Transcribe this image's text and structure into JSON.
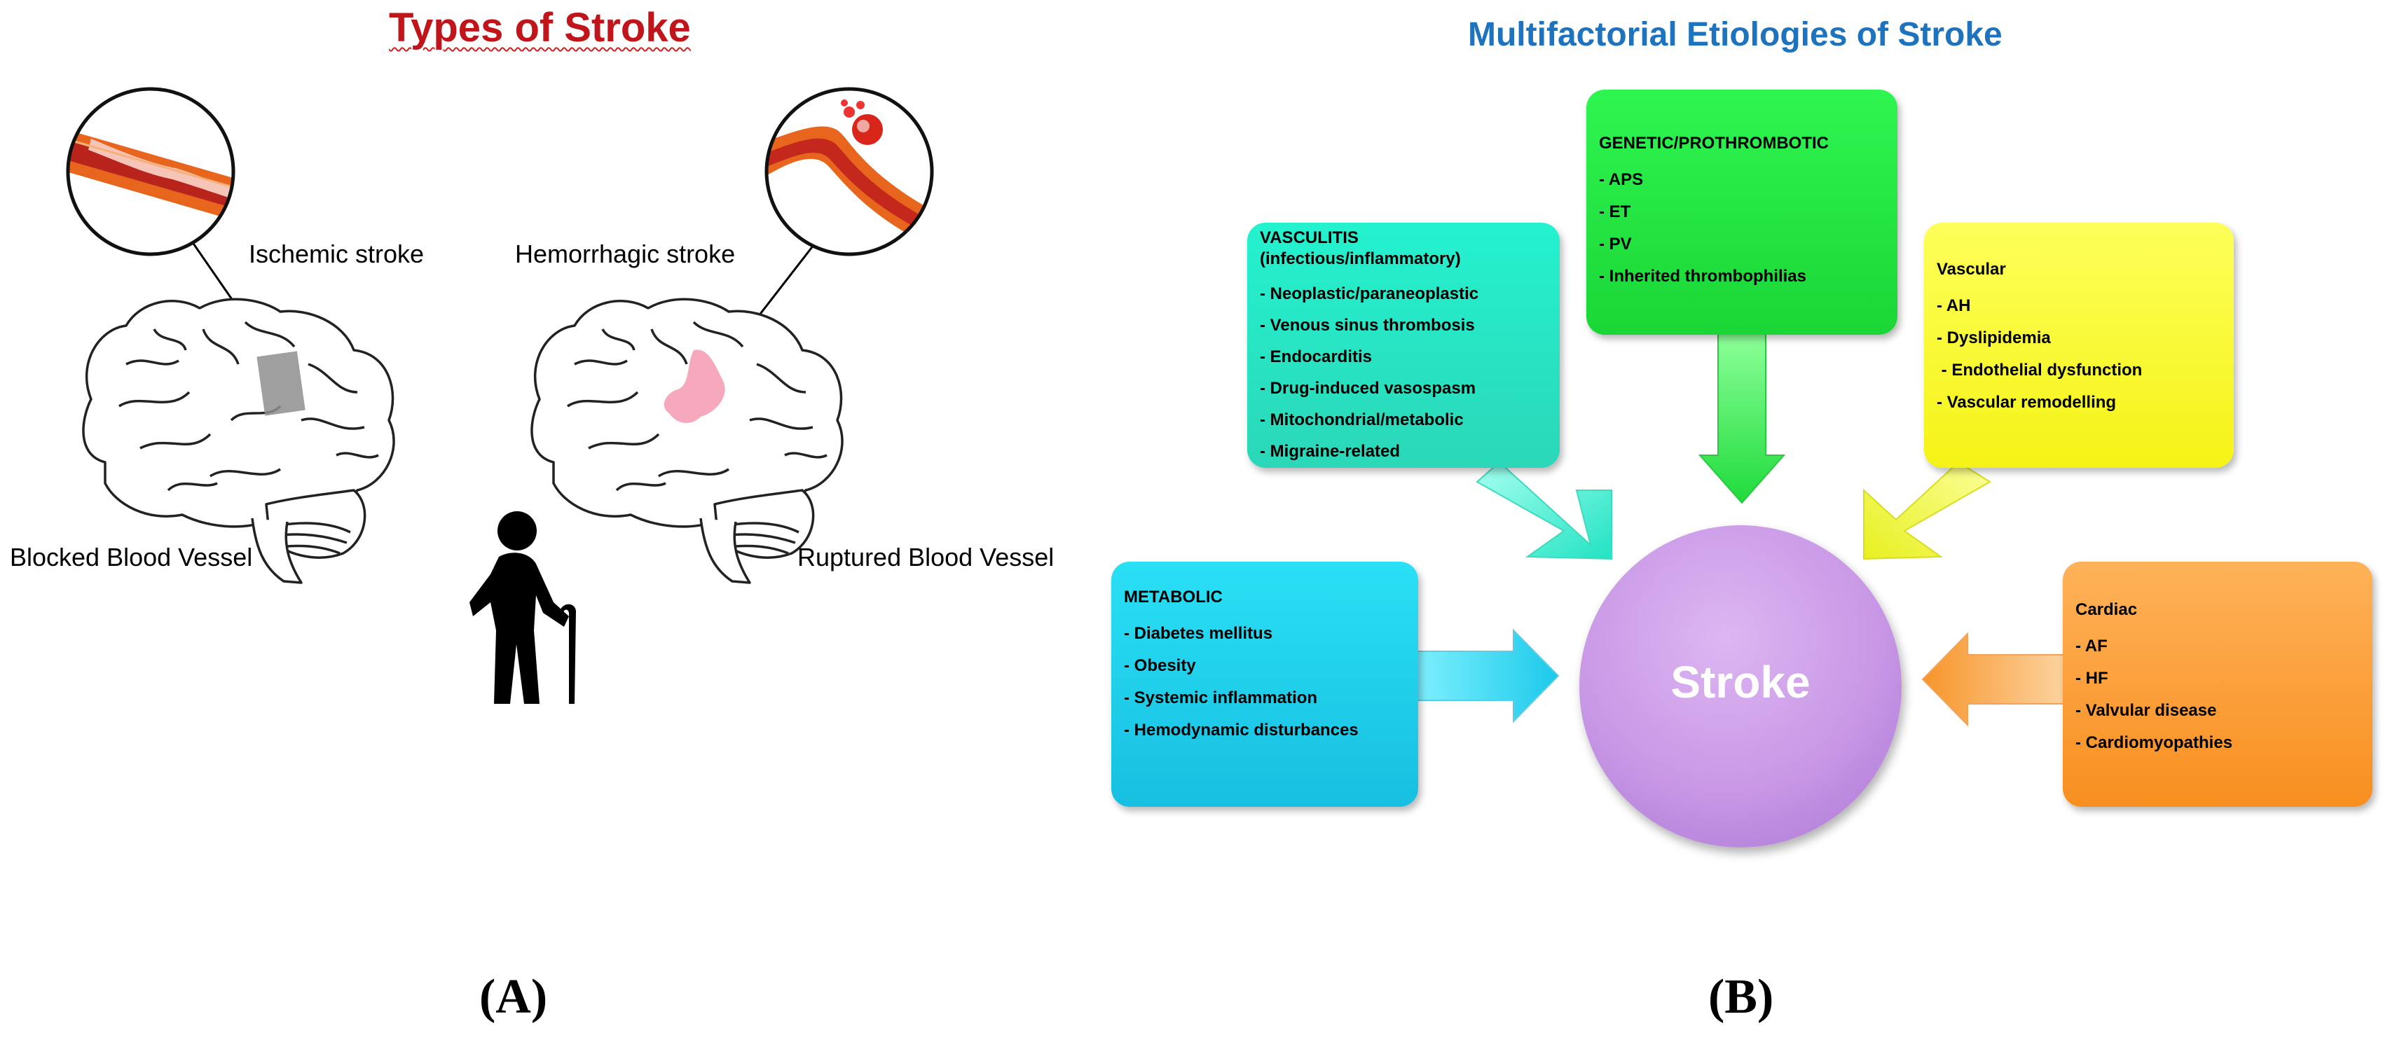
{
  "panel_a": {
    "title": "Types of Stroke",
    "ischemic_label": "Ischemic stroke",
    "hemorrhagic_label": "Hemorrhagic stroke",
    "blocked_label": "Blocked Blood Vessel",
    "ruptured_label": "Ruptured Blood Vessel",
    "caption": "(A)"
  },
  "panel_b": {
    "title": "Multifactorial Etiologies of Stroke",
    "center": "Stroke",
    "vasculitis": {
      "heading": "VASCULITIS",
      "subheading": "(infectious/inflammatory)",
      "items": [
        "- Neoplastic/paraneoplastic",
        "- Venous sinus thrombosis",
        "- Endocarditis",
        "- Drug-induced vasospasm",
        "- Mitochondrial/metabolic",
        "- Migraine-related"
      ]
    },
    "genetic": {
      "heading": "GENETIC/PROTHROMBOTIC",
      "items": [
        "- APS",
        "- ET",
        "- PV",
        "- Inherited thrombophilias"
      ]
    },
    "vascular": {
      "heading": "Vascular",
      "items": [
        "- AH",
        "- Dyslipidemia",
        " - Endothelial dysfunction",
        "- Vascular remodelling"
      ]
    },
    "metabolic": {
      "heading": "METABOLIC",
      "items": [
        "- Diabetes mellitus",
        "- Obesity",
        "- Systemic inflammation",
        "- Hemodynamic disturbances"
      ]
    },
    "cardiac": {
      "heading": "Cardiac",
      "items": [
        "- AF",
        "- HF",
        "- Valvular disease",
        "- Cardiomyopathies"
      ]
    },
    "caption": "(B)"
  },
  "colors": {
    "title_a": "#c0151a",
    "title_b": "#1e73be",
    "vasculitis": "#24f2cf",
    "genetic": "#2ff551",
    "vascular": "#fdff5a",
    "metabolic": "#2ae0f5",
    "cardiac": "#ffb259",
    "stroke": "#c998e6"
  }
}
